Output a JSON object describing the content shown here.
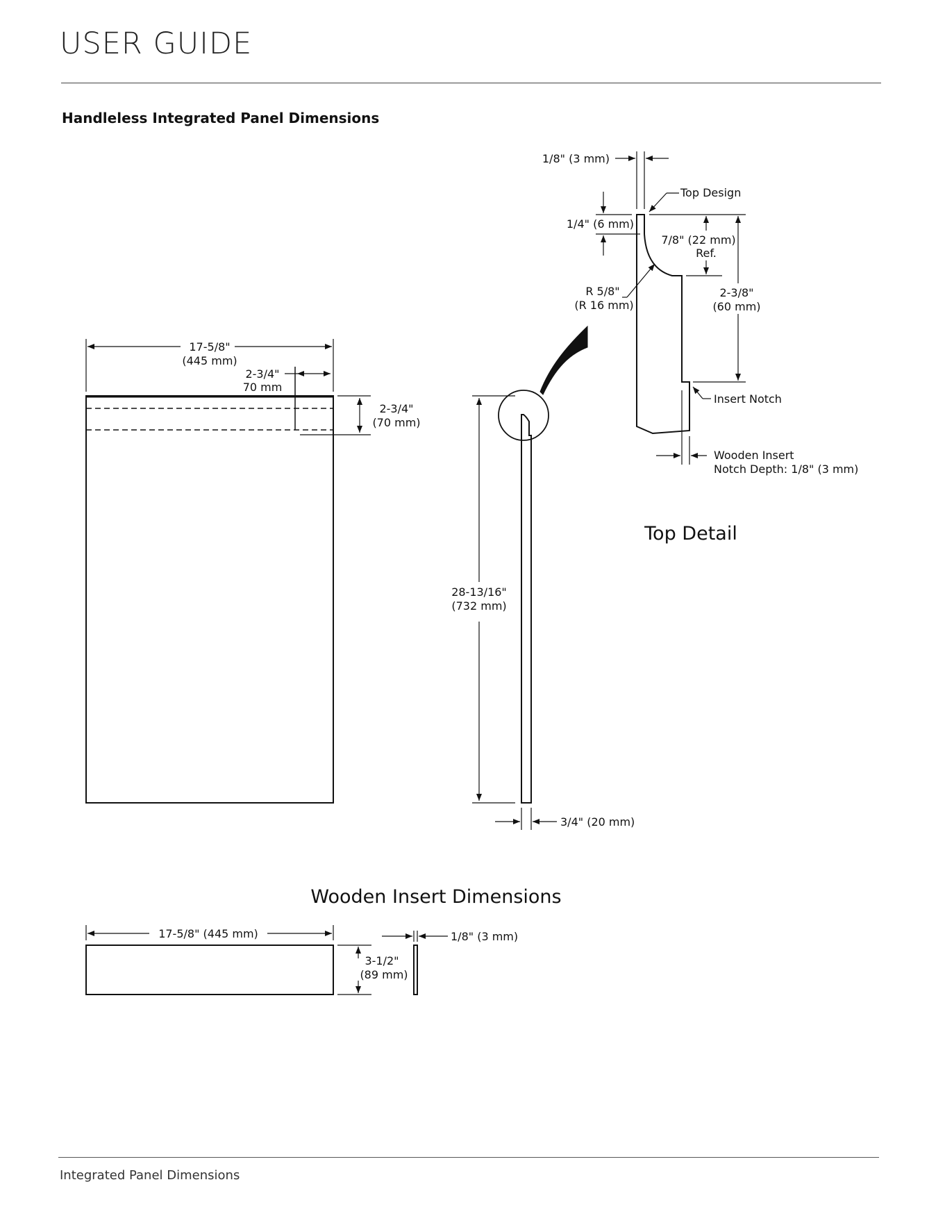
{
  "header": {
    "title": "USER GUIDE"
  },
  "section": {
    "title": "Handleless Integrated Panel Dimensions"
  },
  "front_view": {
    "width_in": "17-5/8\"",
    "width_mm": "(445 mm)",
    "inset_in": "2-3/4\"",
    "inset_mm": "70 mm",
    "band_in": "2-3/4\"",
    "band_mm": "(70 mm)"
  },
  "side_view": {
    "height_in": "28-13/16\"",
    "height_mm": "(732 mm)",
    "thickness": "3/4\" (20 mm)"
  },
  "top_detail": {
    "title": "Top Detail",
    "lip_width": "1/8\" (3 mm)",
    "top_design": "Top Design",
    "lip_height": "1/4\" (6 mm)",
    "curve_depth": "7/8\" (22 mm)",
    "curve_ref": "Ref.",
    "radius_in": "R 5/8\"",
    "radius_mm": "(R 16 mm)",
    "notch_height_in": "2-3/8\"",
    "notch_height_mm": "(60 mm)",
    "insert_notch": "Insert Notch",
    "notch_depth_line1": "Wooden Insert",
    "notch_depth_line2": "Notch Depth: 1/8\" (3 mm)"
  },
  "wooden_insert": {
    "title": "Wooden Insert Dimensions",
    "width": "17-5/8\" (445 mm)",
    "height_in": "3-1/2\"",
    "height_mm": "(89 mm)",
    "thickness": "1/8\" (3 mm)"
  },
  "footer": {
    "text": "Integrated Panel Dimensions"
  }
}
